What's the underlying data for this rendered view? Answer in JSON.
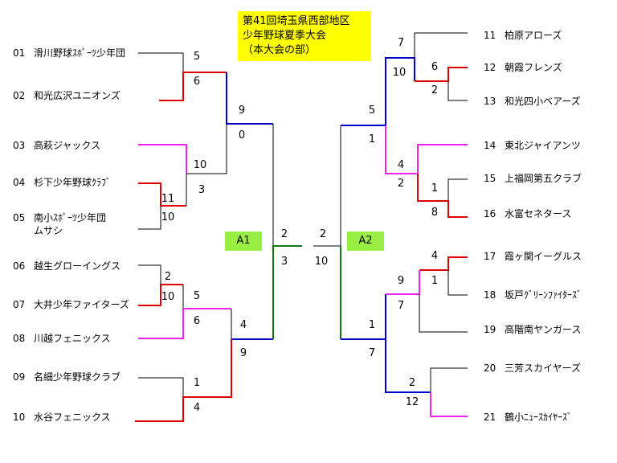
{
  "title": {
    "line1": "第41回埼玉県西部地区",
    "line2": "少年野球夏季大会",
    "line3": "（本大会の部）"
  },
  "pools": {
    "left": "A1",
    "right": "A2"
  },
  "colors": {
    "line": "#000000",
    "red": "#dd0000",
    "magenta": "#ee22ee",
    "blue": "#0000cc",
    "green": "#117711",
    "title_bg": "#ffff00",
    "pool_bg": "#99ee44"
  },
  "left_teams": [
    {
      "no": "01",
      "name": "滑川野球ｽﾎﾟｰﾂ少年団"
    },
    {
      "no": "02",
      "name": "和光広沢ユニオンズ"
    },
    {
      "no": "03",
      "name": "高萩ジャックス"
    },
    {
      "no": "04",
      "name": "杉下少年野球ｸﾗﾌﾞ"
    },
    {
      "no": "05",
      "name": "南小ｽﾎﾟｰﾂ少年団",
      "sub": "ムサシ"
    },
    {
      "no": "06",
      "name": "越生グローイングス"
    },
    {
      "no": "07",
      "name": "大井少年ファイターズ"
    },
    {
      "no": "08",
      "name": "川越フェニックス"
    },
    {
      "no": "09",
      "name": "名細少年野球クラブ"
    },
    {
      "no": "10",
      "name": "水谷フェニックス"
    }
  ],
  "right_teams": [
    {
      "no": "11",
      "name": "柏原アローズ"
    },
    {
      "no": "12",
      "name": "朝霞フレンズ"
    },
    {
      "no": "13",
      "name": "和光四小ベアーズ"
    },
    {
      "no": "14",
      "name": "東北ジャイアンツ"
    },
    {
      "no": "15",
      "name": "上福岡第五クラブ"
    },
    {
      "no": "16",
      "name": "水富セネタース"
    },
    {
      "no": "17",
      "name": "霞ヶ関イーグルス"
    },
    {
      "no": "18",
      "name": "坂戸ｸﾞﾘｰﾝﾌｧｲﾀｰｽﾞ"
    },
    {
      "no": "19",
      "name": "高階南ヤンガース"
    },
    {
      "no": "20",
      "name": "三芳スカイヤーズ"
    },
    {
      "no": "21",
      "name": "鶴小ﾆｭｰｽｶｲﾔｰｽﾞ"
    }
  ],
  "scores": {
    "s01": "5",
    "s02": "6",
    "s03": "9",
    "s04": "0",
    "s05": "10",
    "s06": "3",
    "s07": "11",
    "s08": "10",
    "s09": "2",
    "s10": "10",
    "s11": "5",
    "s12": "6",
    "s13": "4",
    "s14": "9",
    "s15": "1",
    "s16": "4",
    "s17": "2",
    "s18": "3",
    "s19": "2",
    "s20": "10",
    "s21": "7",
    "s22": "10",
    "s23": "6",
    "s24": "2",
    "s25": "5",
    "s26": "1",
    "s27": "4",
    "s28": "2",
    "s29": "1",
    "s30": "8",
    "s31": "4",
    "s32": "1",
    "s33": "9",
    "s34": "7",
    "s35": "1",
    "s36": "7",
    "s37": "2",
    "s38": "12"
  }
}
